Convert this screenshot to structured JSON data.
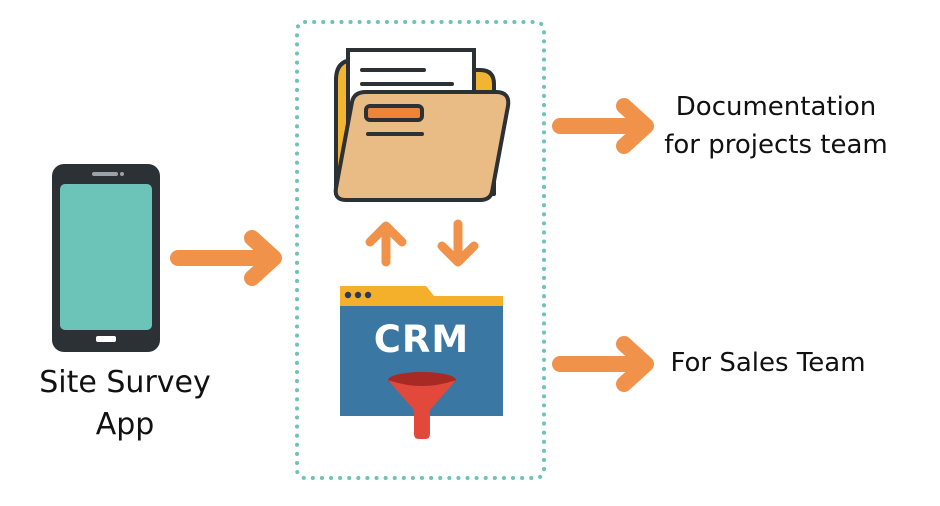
{
  "nodes": {
    "survey_app": {
      "label_line1": "Site Survey",
      "label_line2": "App",
      "icon": "smartphone-icon"
    },
    "repository": {
      "folder_icon": "folder-documents-icon",
      "crm": {
        "title": "CRM",
        "icon": "crm-window-funnel-icon"
      }
    },
    "docs": {
      "label_line1": "Documentation",
      "label_line2": "for projects team"
    },
    "sales": {
      "label": "For Sales Team"
    }
  },
  "colors": {
    "arrow": "#f0924a",
    "dotted_border": "#6fc2b8",
    "phone_body": "#2c3136",
    "phone_screen": "#6cc4b8",
    "folder_back": "#f2b531",
    "folder_front": "#e9bc85",
    "folder_tab": "#ee8536",
    "crm_body": "#3a77a2",
    "crm_bar": "#f4b02a",
    "funnel": "#e2493a"
  }
}
